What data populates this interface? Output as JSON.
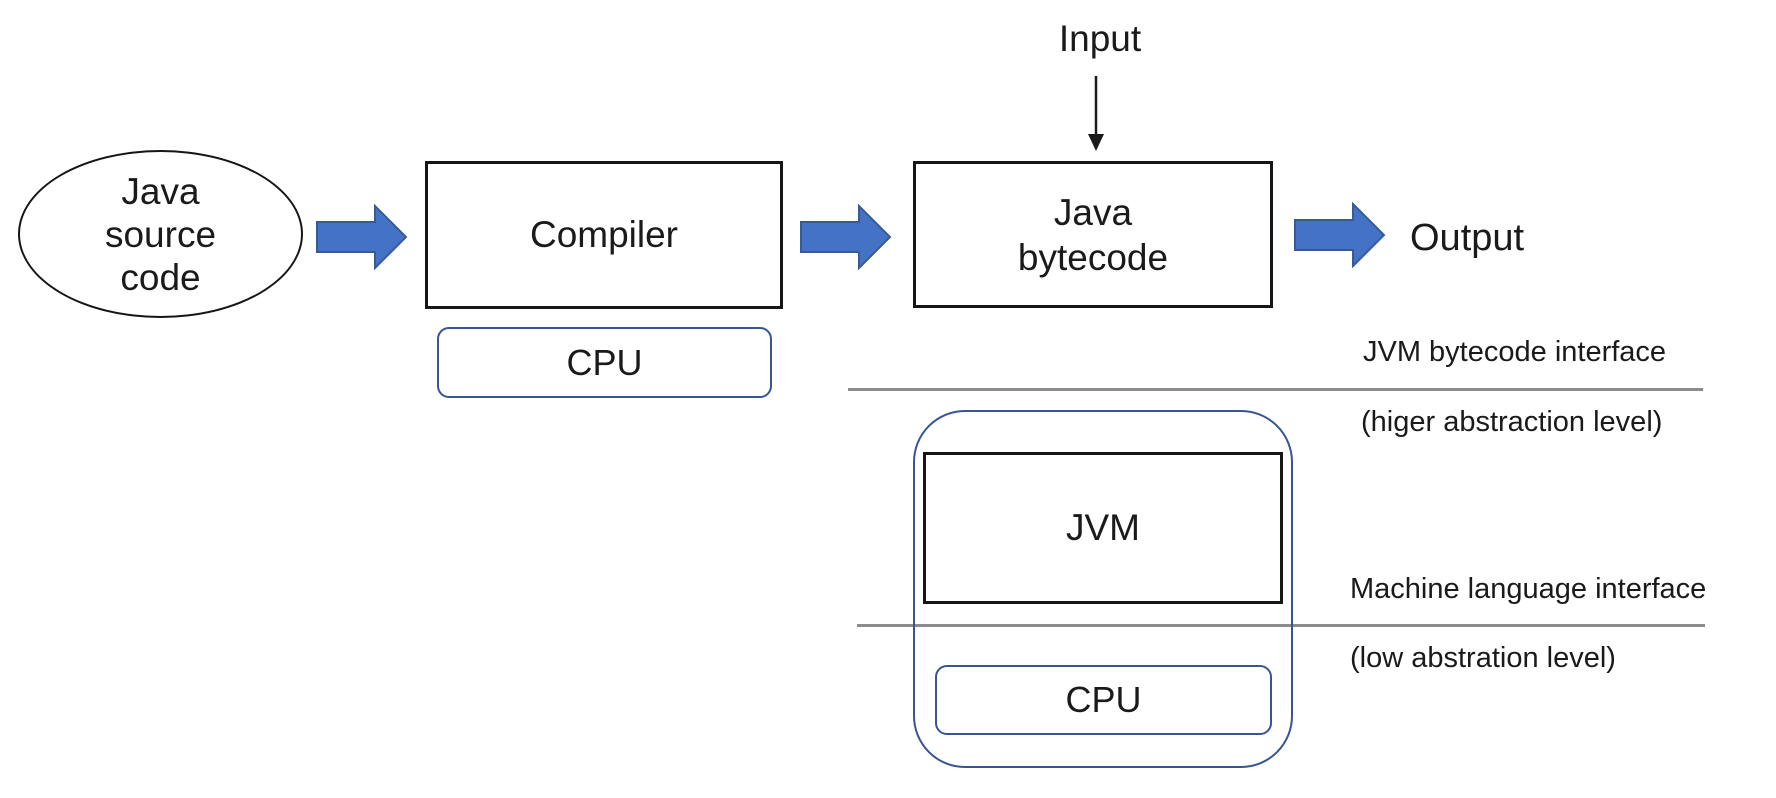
{
  "nodes": {
    "java_source": "Java\nsource\ncode",
    "compiler": "Compiler",
    "compiler_cpu": "CPU",
    "java_bytecode": "Java\nbytecode",
    "jvm": "JVM",
    "jvm_cpu": "CPU"
  },
  "flow_labels": {
    "input": "Input",
    "output": "Output"
  },
  "interface_labels": {
    "jvm_bytecode": "JVM bytecode interface",
    "jvm_bytecode_sub": "(higer abstraction level)",
    "machine_language": "Machine language interface",
    "machine_language_sub": "(low abstration level)"
  },
  "colors": {
    "arrow_fill": "#4472c4",
    "arrow_stroke": "#3a5a94",
    "blue_border": "#375591",
    "box_border": "#161616",
    "divider": "#8c8c8c",
    "text": "#1a1a1a",
    "background": "#ffffff"
  }
}
